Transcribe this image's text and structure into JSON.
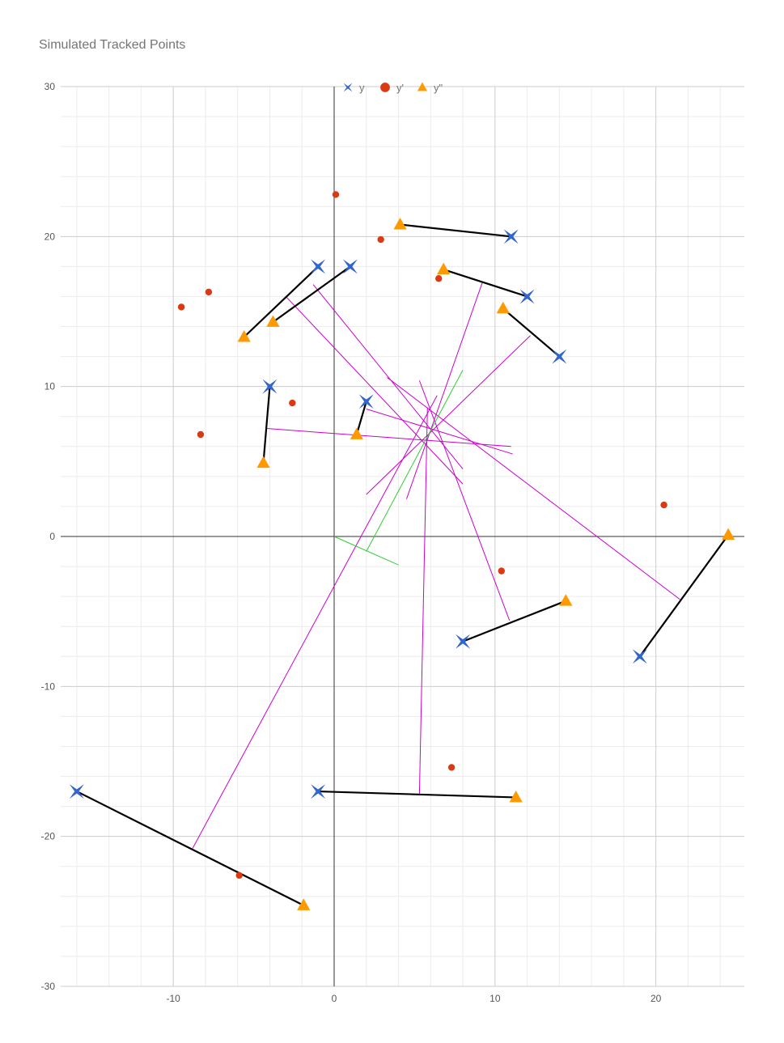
{
  "chart_data": {
    "type": "scatter",
    "title": "Simulated Tracked Points",
    "xlabel": "",
    "ylabel": "",
    "xlim": [
      -17,
      25.5
    ],
    "ylim": [
      -30,
      30
    ],
    "x_ticks": [
      -10,
      0,
      10,
      20
    ],
    "y_ticks": [
      -30,
      -20,
      -10,
      0,
      10,
      20,
      30
    ],
    "x_minor_step": 2,
    "y_minor_step": 2,
    "grid": true,
    "legend_position": "top-center",
    "series": [
      {
        "name": "y",
        "marker": "x",
        "color": "#3366cc",
        "points": [
          [
            11,
            20
          ],
          [
            -1,
            18
          ],
          [
            1,
            18
          ],
          [
            12,
            16
          ],
          [
            14,
            12
          ],
          [
            -4,
            10
          ],
          [
            2,
            9
          ],
          [
            8,
            -7
          ],
          [
            19,
            -8
          ],
          [
            -16,
            -17
          ],
          [
            -1,
            -17
          ]
        ]
      },
      {
        "name": "y'",
        "marker": "circle",
        "color": "#dc3912",
        "points": [
          [
            0.1,
            22.8
          ],
          [
            2.9,
            19.8
          ],
          [
            6.5,
            17.2
          ],
          [
            -7.8,
            16.3
          ],
          [
            -9.5,
            15.3
          ],
          [
            -2.6,
            8.9
          ],
          [
            -8.3,
            6.8
          ],
          [
            20.5,
            2.1
          ],
          [
            10.4,
            -2.3
          ],
          [
            7.3,
            -15.4
          ],
          [
            -5.9,
            -22.6
          ]
        ]
      },
      {
        "name": "y\"",
        "marker": "triangle",
        "color": "#ff9900",
        "points": [
          [
            4.1,
            20.8
          ],
          [
            6.8,
            17.8
          ],
          [
            10.5,
            15.2
          ],
          [
            -3.8,
            14.3
          ],
          [
            -5.6,
            13.3
          ],
          [
            1.4,
            6.8
          ],
          [
            -4.4,
            4.9
          ],
          [
            24.5,
            0.1
          ],
          [
            14.4,
            -4.3
          ],
          [
            11.3,
            -17.4
          ],
          [
            -1.9,
            -24.6
          ]
        ]
      }
    ],
    "segments_black": [
      [
        [
          4.1,
          20.8
        ],
        [
          11,
          20
        ]
      ],
      [
        [
          6.8,
          17.8
        ],
        [
          12,
          16
        ]
      ],
      [
        [
          10.5,
          15.2
        ],
        [
          14,
          12
        ]
      ],
      [
        [
          -5.6,
          13.3
        ],
        [
          -1,
          18
        ]
      ],
      [
        [
          -3.8,
          14.3
        ],
        [
          1,
          18
        ]
      ],
      [
        [
          -4,
          10
        ],
        [
          -4.4,
          4.9
        ]
      ],
      [
        [
          2,
          9
        ],
        [
          1.4,
          6.8
        ]
      ],
      [
        [
          24.5,
          0.1
        ],
        [
          19,
          -8
        ]
      ],
      [
        [
          8,
          -7
        ],
        [
          14.4,
          -4.3
        ]
      ],
      [
        [
          -1,
          -17
        ],
        [
          11.3,
          -17.4
        ]
      ],
      [
        [
          -16,
          -17
        ],
        [
          -1.9,
          -24.6
        ]
      ]
    ],
    "segments_magenta": [
      [
        [
          -3,
          16
        ],
        [
          8,
          3.5
        ]
      ],
      [
        [
          -1.3,
          16.8
        ],
        [
          8,
          4.5
        ]
      ],
      [
        [
          -4.2,
          7.2
        ],
        [
          11,
          6
        ]
      ],
      [
        [
          2,
          8.5
        ],
        [
          11.1,
          5.5
        ]
      ],
      [
        [
          3.3,
          10.6
        ],
        [
          21.5,
          -4.2
        ]
      ],
      [
        [
          9.2,
          16.9
        ],
        [
          4.5,
          2.5
        ]
      ],
      [
        [
          12.2,
          13.4
        ],
        [
          2,
          2.8
        ]
      ],
      [
        [
          5.3,
          10.4
        ],
        [
          10.9,
          -5.6
        ]
      ],
      [
        [
          6.4,
          9.4
        ],
        [
          -8.8,
          -20.8
        ]
      ],
      [
        [
          5.8,
          8.6
        ],
        [
          5.3,
          -17.2
        ]
      ]
    ],
    "segments_green": [
      [
        [
          0,
          0
        ],
        [
          4,
          -1.9
        ]
      ],
      [
        [
          8,
          11.1
        ],
        [
          2,
          -1
        ]
      ]
    ]
  }
}
